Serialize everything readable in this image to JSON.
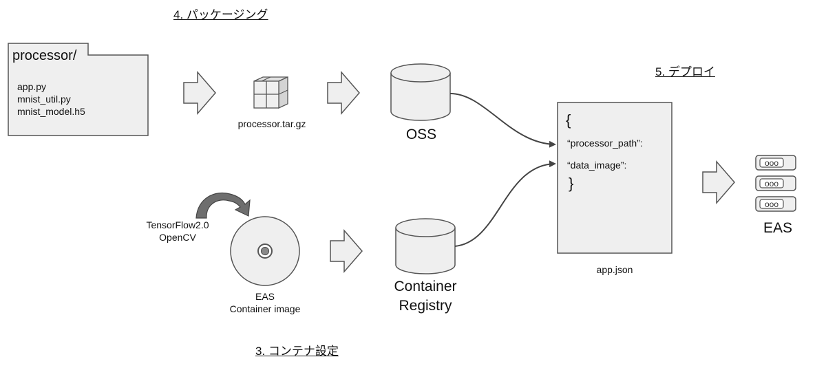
{
  "headings": {
    "packaging": "4. パッケージング",
    "deploy": "5. デプロイ",
    "container_setup": "3. コンテナ設定"
  },
  "folder": {
    "name": "processor/",
    "files": [
      "app.py",
      "mnist_util.py",
      "mnist_model.h5"
    ]
  },
  "archive": {
    "label": "processor.tar.gz"
  },
  "storage": {
    "oss_label": "OSS",
    "registry_label_line1": "Container",
    "registry_label_line2": "Registry"
  },
  "disc": {
    "libs_line1": "TensorFlow2.0",
    "libs_line2": "OpenCV",
    "label_line1": "EAS",
    "label_line2": "Container image"
  },
  "config": {
    "open_brace": "{",
    "field1": "“processor_path”:",
    "field2": "“data_image”:",
    "close_brace": "}",
    "filename": "app.json"
  },
  "service": {
    "label": "EAS",
    "server_slots": [
      "ooo",
      "ooo",
      "ooo"
    ]
  },
  "colors": {
    "shape_fill": "#efefef",
    "stroke": "#555555",
    "connector": "#444444"
  }
}
